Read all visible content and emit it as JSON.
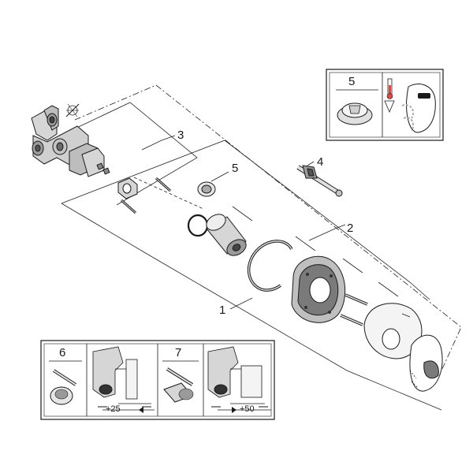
{
  "callouts": {
    "c1": "1",
    "c2": "2",
    "c3": "3",
    "c4": "4",
    "c5": "5"
  },
  "insets": {
    "inset5_label": "5",
    "inset6_label": "6",
    "inset7_label": "7",
    "inset6_dim": "+25",
    "inset7_dim": "+50"
  },
  "colors": {
    "line": "#1a1a1a",
    "metal_light": "#d6d6d6",
    "metal_mid": "#9a9a9a",
    "metal_dark": "#555555",
    "accent_red": "#d94a4a",
    "accent_blue": "#4a7ad9"
  }
}
